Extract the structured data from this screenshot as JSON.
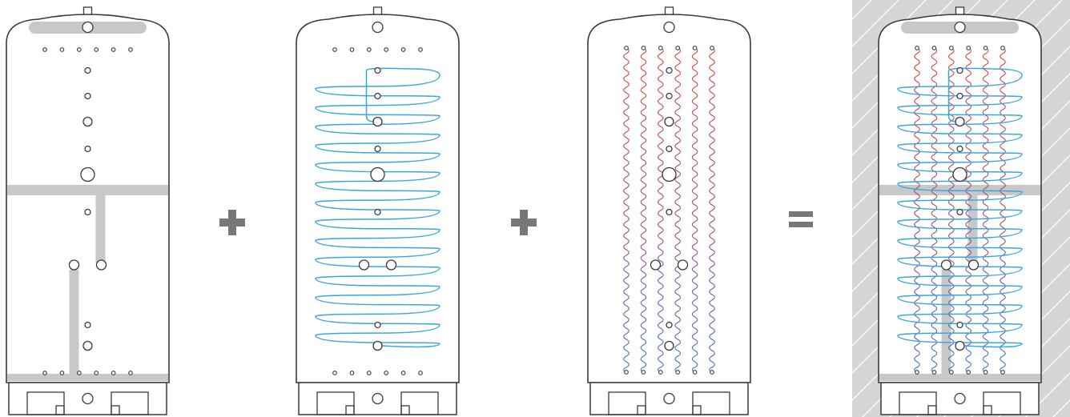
{
  "colors": {
    "background": "#ffffff",
    "outline": "#3a3a3a",
    "stratification_plate": "#c8c8c8",
    "heat_exchanger_coil": "#3aa7dc",
    "hot_stratification": "#e0403a",
    "cold_stratification": "#3f6fd1",
    "operator": "#777777",
    "wall_hatch_fill": "#d6d6d6",
    "wall_hatch_lines": "#ffffff"
  },
  "panels": [
    {
      "component": "stratification-plates-tank",
      "icon": "storage-tank-icon"
    },
    {
      "component": "heat-exchanger-coil-tank",
      "icon": "storage-tank-icon"
    },
    {
      "component": "thermal-stratification-tank",
      "icon": "storage-tank-icon"
    },
    {
      "component": "combined-tank-in-wall",
      "icon": "storage-tank-icon"
    }
  ],
  "operators": {
    "first": "+",
    "second": "+",
    "result": "="
  },
  "coil": {
    "turns": 14
  },
  "stratification": {
    "strands": 6
  }
}
